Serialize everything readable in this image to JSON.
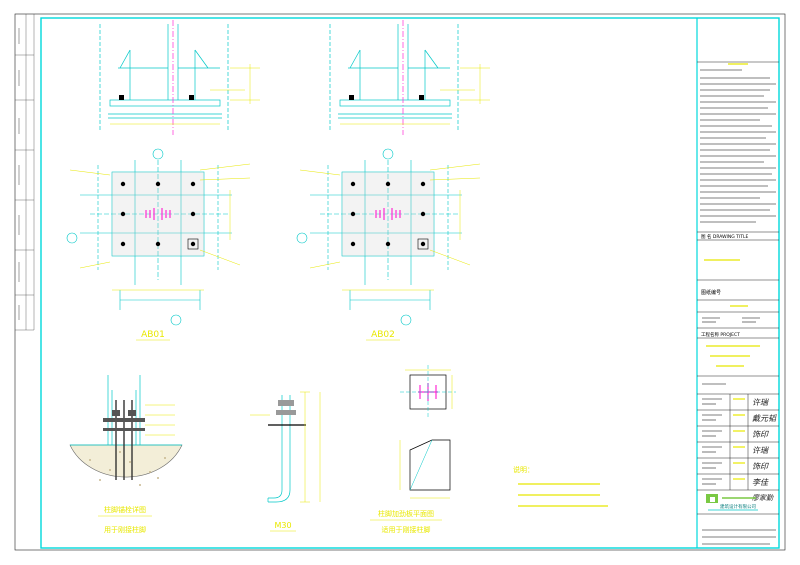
{
  "sheet": {
    "drawing_title_label": "图 名  DRAWING TITLE",
    "project_label": "工程名称  PROJECT",
    "drawing_no_label": "图纸编号",
    "notes_heading": "说明："
  },
  "details": {
    "left_plan_label": "AB01",
    "right_plan_label": "AB02",
    "anchor_rod_label": "M30",
    "anchor_section_title": "柱脚锚栓详图",
    "anchor_section_subtitle": "用于刚接柱脚",
    "stiffener_title": "柱脚加劲板平面图",
    "stiffener_subtitle": "适用于刚接柱脚"
  },
  "signatures": [
    "许瑞",
    "戴元韬",
    "饰印",
    "许瑞",
    "饰印",
    "李佳",
    "廖家勤"
  ],
  "company_name": "建筑设计有限公司",
  "colors": {
    "frame": "#00d8dc",
    "line": "#00c8c8",
    "steel": "#d0d0d0",
    "dim": "#e8e800",
    "accent": "#ff2ad4",
    "text": "#000000"
  }
}
